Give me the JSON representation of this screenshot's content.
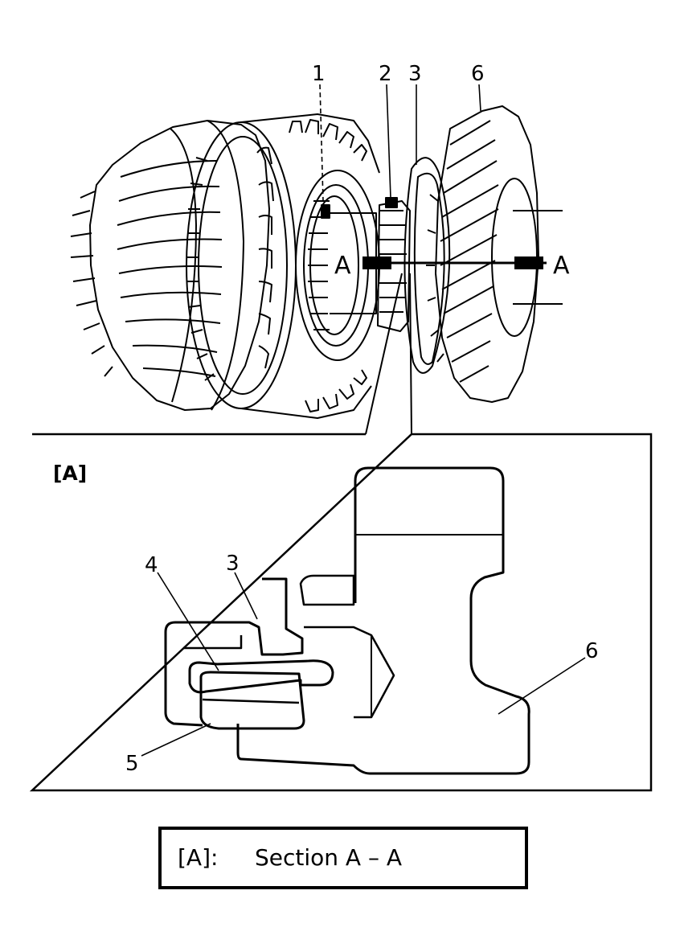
{
  "diagram": {
    "callouts_top": [
      "1",
      "2",
      "3",
      "6"
    ],
    "section_marks": [
      "A",
      "A"
    ],
    "detail_title": "[A]",
    "callouts_detail": [
      "4",
      "3",
      "6",
      "5"
    ]
  },
  "caption": {
    "key": "[A]:",
    "value": "Section A – A"
  }
}
